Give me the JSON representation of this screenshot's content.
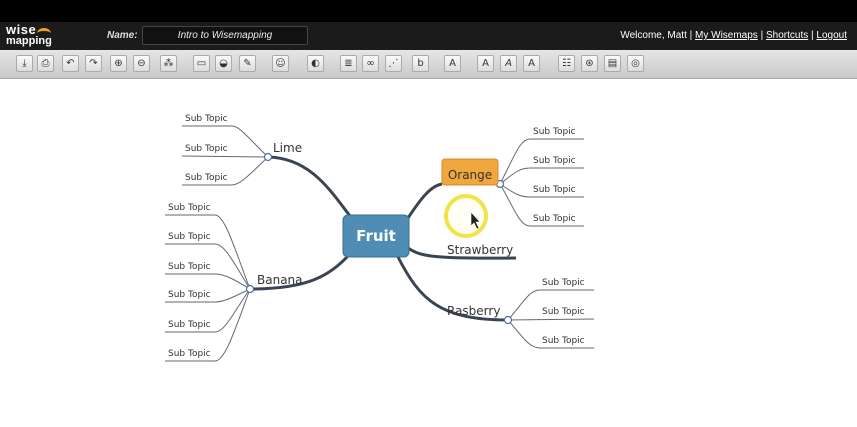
{
  "header": {
    "logo_line1": "wise",
    "logo_line2": "mapping",
    "name_label": "Name:",
    "map_name": "Intro to Wisemapping",
    "welcome": "Welcome, Matt",
    "sep": "|",
    "links": {
      "my_wisemaps": "My Wisemaps",
      "shortcuts": "Shortcuts",
      "logout": "Logout"
    }
  },
  "toolbar": {
    "tools": [
      "save-icon",
      "print-icon",
      "undo-icon",
      "redo-icon",
      "zoom-in-icon",
      "zoom-out-icon",
      "add-topic-icon",
      "topic-shape-icon",
      "topic-color-icon",
      "border-color-icon",
      "icon-picker-icon",
      "topic-note-icon",
      "topic-link-icon",
      "relationship-icon",
      "font-size-icon",
      "text-size-icon",
      "text-bold-icon",
      "text-italic-icon",
      "font-color-icon",
      "share-icon",
      "publish-icon",
      "history-icon",
      "help-icon"
    ]
  },
  "mindmap": {
    "central": "Fruit",
    "lime": {
      "label": "Lime",
      "subs": [
        "Sub Topic",
        "Sub Topic",
        "Sub Topic"
      ]
    },
    "banana": {
      "label": "Banana",
      "subs": [
        "Sub Topic",
        "Sub Topic",
        "Sub Topic",
        "Sub Topic",
        "Sub Topic",
        "Sub Topic"
      ]
    },
    "orange": {
      "label": "Orange",
      "subs": [
        "Sub Topic",
        "Sub Topic",
        "Sub Topic",
        "Sub Topic"
      ]
    },
    "strawberry": {
      "label": "Strawberry"
    },
    "rasberry": {
      "label": "Rasberry",
      "subs": [
        "Sub Topic",
        "Sub Topic",
        "Sub Topic"
      ]
    }
  },
  "colors": {
    "central_fill": "#4f8db5",
    "selected_fill": "#f0a73e",
    "cursor_halo": "#f4e24a",
    "connector": "#3b4451"
  }
}
